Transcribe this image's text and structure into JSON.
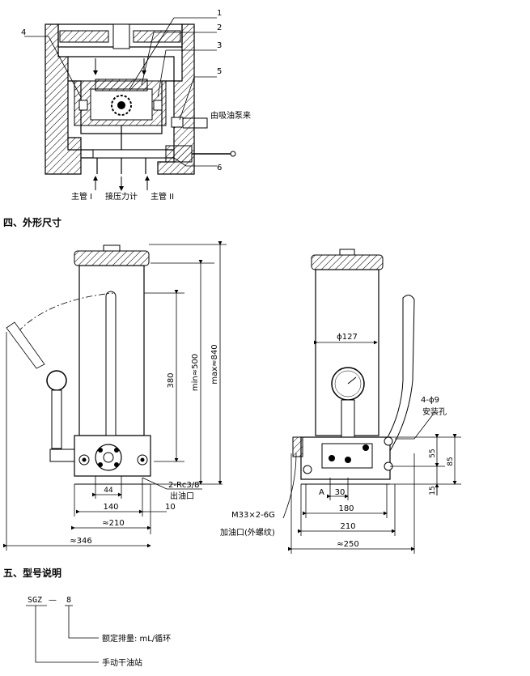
{
  "schematic": {
    "callouts": [
      "1",
      "2",
      "3",
      "4",
      "5",
      "6"
    ],
    "suction_label": "由吸油泵来",
    "main_pipe_1": "主管 I",
    "pressure_gauge": "接压力计",
    "main_pipe_2": "主管 II"
  },
  "section4": {
    "heading": "四、外形尺寸",
    "front": {
      "dim_380": "380",
      "dim_min500": "min≈500",
      "dim_max840": "max≈840",
      "dim_44": "44",
      "dim_140": "140",
      "dim_10": "10",
      "dim_210": "≈210",
      "dim_346": "≈346",
      "outlet_spec": "2-Rc3/8",
      "outlet_label": "出油口"
    },
    "side": {
      "dim_phi127": "ϕ127",
      "holes_spec": "4-ϕ9",
      "holes_label": "安装孔",
      "dim_55": "55",
      "dim_85": "85",
      "dim_15": "15",
      "label_a": "A",
      "dim_30": "30",
      "dim_180": "180",
      "dim_210": "210",
      "dim_250": "≈250",
      "inlet_spec": "M33×2-6G",
      "inlet_label": "加油口(外螺纹)"
    }
  },
  "section5": {
    "heading": "五、型号说明",
    "model_prefix": "SGZ",
    "model_dash": "—",
    "model_suffix": "8",
    "desc_capacity": "额定排量: mL/循环",
    "desc_type": "手动干油站"
  }
}
